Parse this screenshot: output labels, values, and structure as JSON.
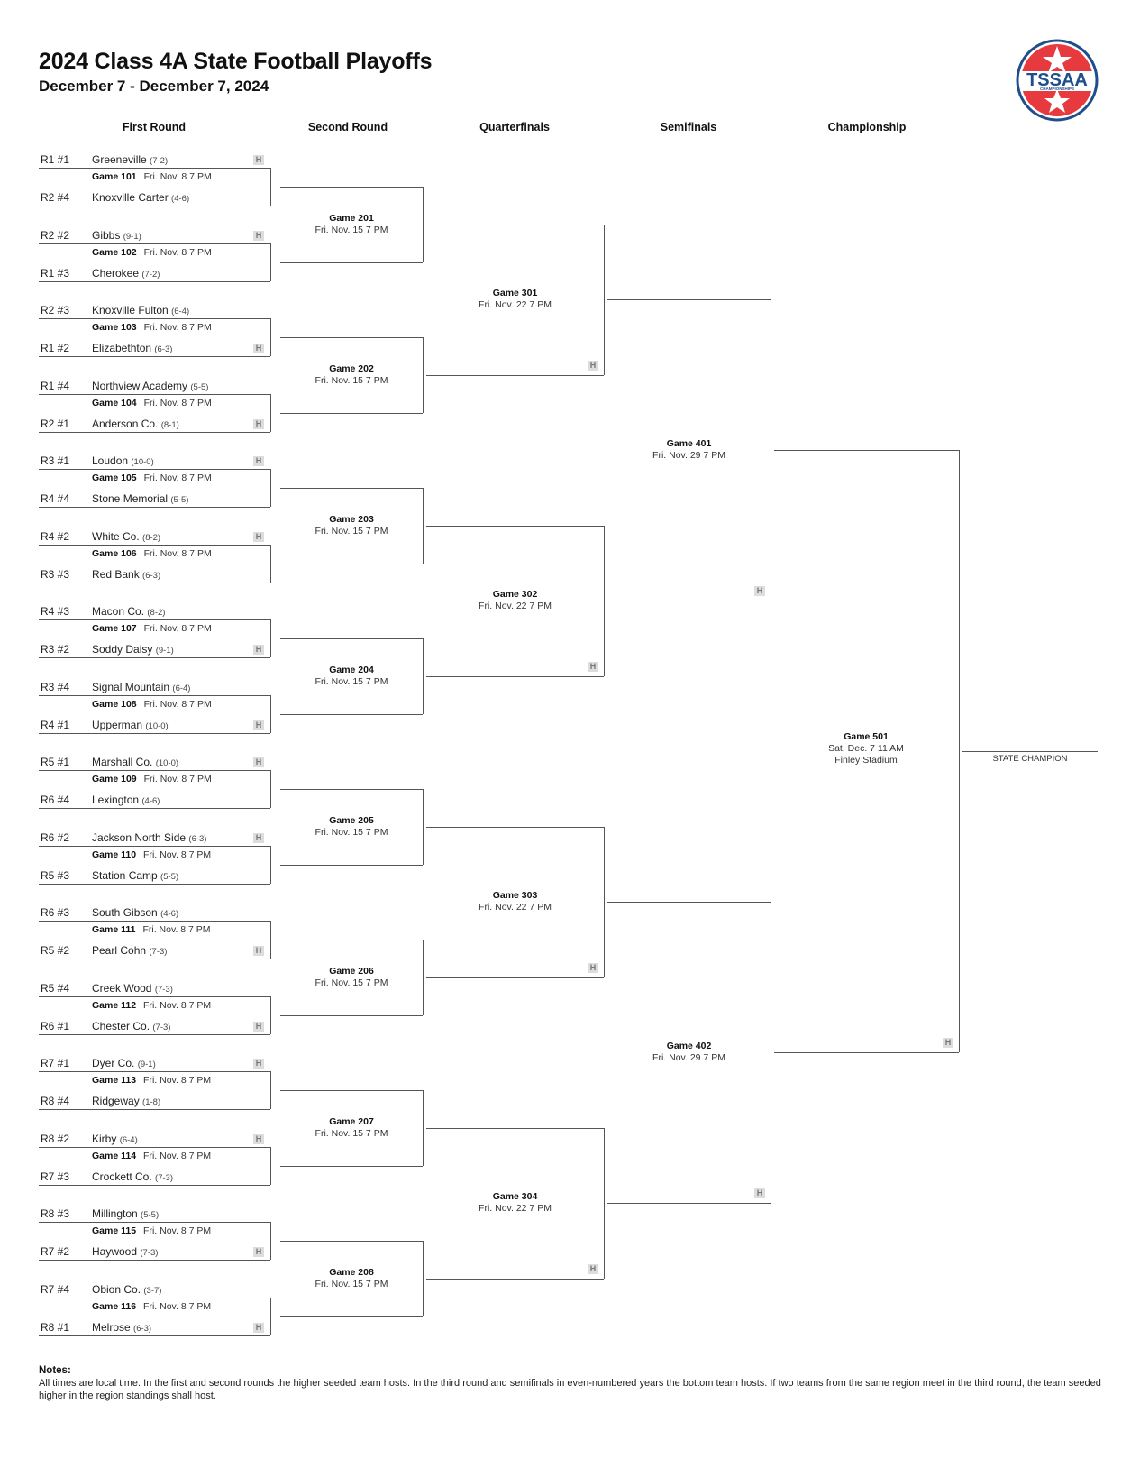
{
  "header": {
    "title": "2024 Class 4A State Football Playoffs",
    "subtitle": "December 7 - December 7, 2024",
    "logo": {
      "text": "TSSAA",
      "subtext": "CHAMPIONSHIPS",
      "colors": {
        "ring": "#1f4e8c",
        "field": "#e63a3f",
        "star": "#ffffff"
      }
    }
  },
  "rounds": [
    {
      "label": "First Round"
    },
    {
      "label": "Second Round"
    },
    {
      "label": "Quarterfinals"
    },
    {
      "label": "Semifinals"
    },
    {
      "label": "Championship"
    }
  ],
  "home_badge": "H",
  "first_round": [
    {
      "game": "Game 101",
      "date": "Fri. Nov. 8 7 PM",
      "top": {
        "seed": "R1 #1",
        "team": "Greeneville",
        "record": "(7-2)",
        "home": true
      },
      "bottom": {
        "seed": "R2 #4",
        "team": "Knoxville Carter",
        "record": "(4-6)",
        "home": false
      }
    },
    {
      "game": "Game 102",
      "date": "Fri. Nov. 8 7 PM",
      "top": {
        "seed": "R2 #2",
        "team": "Gibbs",
        "record": "(9-1)",
        "home": true
      },
      "bottom": {
        "seed": "R1 #3",
        "team": "Cherokee",
        "record": "(7-2)",
        "home": false
      }
    },
    {
      "game": "Game 103",
      "date": "Fri. Nov. 8 7 PM",
      "top": {
        "seed": "R2 #3",
        "team": "Knoxville Fulton",
        "record": "(6-4)",
        "home": false
      },
      "bottom": {
        "seed": "R1 #2",
        "team": "Elizabethton",
        "record": "(6-3)",
        "home": true
      }
    },
    {
      "game": "Game 104",
      "date": "Fri. Nov. 8 7 PM",
      "top": {
        "seed": "R1 #4",
        "team": "Northview Academy",
        "record": "(5-5)",
        "home": false
      },
      "bottom": {
        "seed": "R2 #1",
        "team": "Anderson Co.",
        "record": "(8-1)",
        "home": true
      }
    },
    {
      "game": "Game 105",
      "date": "Fri. Nov. 8 7 PM",
      "top": {
        "seed": "R3 #1",
        "team": "Loudon",
        "record": "(10-0)",
        "home": true
      },
      "bottom": {
        "seed": "R4 #4",
        "team": "Stone Memorial",
        "record": "(5-5)",
        "home": false
      }
    },
    {
      "game": "Game 106",
      "date": "Fri. Nov. 8 7 PM",
      "top": {
        "seed": "R4 #2",
        "team": "White Co.",
        "record": "(8-2)",
        "home": true
      },
      "bottom": {
        "seed": "R3 #3",
        "team": "Red Bank",
        "record": "(6-3)",
        "home": false
      }
    },
    {
      "game": "Game 107",
      "date": "Fri. Nov. 8 7 PM",
      "top": {
        "seed": "R4 #3",
        "team": "Macon Co.",
        "record": "(8-2)",
        "home": false
      },
      "bottom": {
        "seed": "R3 #2",
        "team": "Soddy Daisy",
        "record": "(9-1)",
        "home": true
      }
    },
    {
      "game": "Game 108",
      "date": "Fri. Nov. 8 7 PM",
      "top": {
        "seed": "R3 #4",
        "team": "Signal Mountain",
        "record": "(6-4)",
        "home": false
      },
      "bottom": {
        "seed": "R4 #1",
        "team": "Upperman",
        "record": "(10-0)",
        "home": true
      }
    },
    {
      "game": "Game 109",
      "date": "Fri. Nov. 8 7 PM",
      "top": {
        "seed": "R5 #1",
        "team": "Marshall Co.",
        "record": "(10-0)",
        "home": true
      },
      "bottom": {
        "seed": "R6 #4",
        "team": "Lexington",
        "record": "(4-6)",
        "home": false
      }
    },
    {
      "game": "Game 110",
      "date": "Fri. Nov. 8 7 PM",
      "top": {
        "seed": "R6 #2",
        "team": "Jackson North Side",
        "record": "(6-3)",
        "home": true
      },
      "bottom": {
        "seed": "R5 #3",
        "team": "Station Camp",
        "record": "(5-5)",
        "home": false
      }
    },
    {
      "game": "Game 111",
      "date": "Fri. Nov. 8 7 PM",
      "top": {
        "seed": "R6 #3",
        "team": "South Gibson",
        "record": "(4-6)",
        "home": false
      },
      "bottom": {
        "seed": "R5 #2",
        "team": "Pearl Cohn",
        "record": "(7-3)",
        "home": true
      }
    },
    {
      "game": "Game 112",
      "date": "Fri. Nov. 8 7 PM",
      "top": {
        "seed": "R5 #4",
        "team": "Creek Wood",
        "record": "(7-3)",
        "home": false
      },
      "bottom": {
        "seed": "R6 #1",
        "team": "Chester Co.",
        "record": "(7-3)",
        "home": true
      }
    },
    {
      "game": "Game 113",
      "date": "Fri. Nov. 8 7 PM",
      "top": {
        "seed": "R7 #1",
        "team": "Dyer Co.",
        "record": "(9-1)",
        "home": true
      },
      "bottom": {
        "seed": "R8 #4",
        "team": "Ridgeway",
        "record": "(1-8)",
        "home": false
      }
    },
    {
      "game": "Game 114",
      "date": "Fri. Nov. 8 7 PM",
      "top": {
        "seed": "R8 #2",
        "team": "Kirby",
        "record": "(6-4)",
        "home": true
      },
      "bottom": {
        "seed": "R7 #3",
        "team": "Crockett Co.",
        "record": "(7-3)",
        "home": false
      }
    },
    {
      "game": "Game 115",
      "date": "Fri. Nov. 8 7 PM",
      "top": {
        "seed": "R8 #3",
        "team": "Millington",
        "record": "(5-5)",
        "home": false
      },
      "bottom": {
        "seed": "R7 #2",
        "team": "Haywood",
        "record": "(7-3)",
        "home": true
      }
    },
    {
      "game": "Game 116",
      "date": "Fri. Nov. 8 7 PM",
      "top": {
        "seed": "R7 #4",
        "team": "Obion Co.",
        "record": "(3-7)",
        "home": false
      },
      "bottom": {
        "seed": "R8 #1",
        "team": "Melrose",
        "record": "(6-3)",
        "home": true
      }
    }
  ],
  "second_round": [
    {
      "game": "Game 201",
      "date": "Fri. Nov. 15 7 PM"
    },
    {
      "game": "Game 202",
      "date": "Fri. Nov. 15 7 PM"
    },
    {
      "game": "Game 203",
      "date": "Fri. Nov. 15 7 PM"
    },
    {
      "game": "Game 204",
      "date": "Fri. Nov. 15 7 PM"
    },
    {
      "game": "Game 205",
      "date": "Fri. Nov. 15 7 PM"
    },
    {
      "game": "Game 206",
      "date": "Fri. Nov. 15 7 PM"
    },
    {
      "game": "Game 207",
      "date": "Fri. Nov. 15 7 PM"
    },
    {
      "game": "Game 208",
      "date": "Fri. Nov. 15 7 PM"
    }
  ],
  "quarterfinals": [
    {
      "game": "Game 301",
      "date": "Fri. Nov. 22 7 PM",
      "home": "bottom"
    },
    {
      "game": "Game 302",
      "date": "Fri. Nov. 22 7 PM",
      "home": "bottom"
    },
    {
      "game": "Game 303",
      "date": "Fri. Nov. 22 7 PM",
      "home": "bottom"
    },
    {
      "game": "Game 304",
      "date": "Fri. Nov. 22 7 PM",
      "home": "bottom"
    }
  ],
  "semifinals": [
    {
      "game": "Game 401",
      "date": "Fri. Nov. 29 7 PM",
      "home": "bottom"
    },
    {
      "game": "Game 402",
      "date": "Fri. Nov. 29 7 PM",
      "home": "bottom"
    }
  ],
  "championship": {
    "game": "Game 501",
    "date": "Sat. Dec. 7 11 AM",
    "venue": "Finley Stadium",
    "home": "bottom",
    "winner_label": "STATE CHAMPION"
  },
  "notes": {
    "heading": "Notes:",
    "text": "All times are local time. In the first and second rounds the higher seeded team hosts. In the third round and semifinals in even-numbered years the bottom team hosts. If two teams from the same region meet in the third round, the team seeded higher in the region standings shall host."
  }
}
